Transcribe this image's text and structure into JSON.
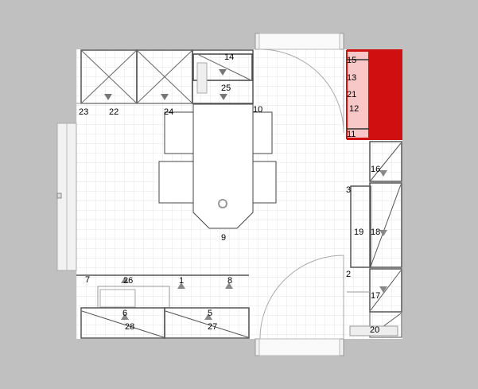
{
  "plan": {
    "highlight_color": "#d01010",
    "highlight_light": "#f8c8c8",
    "labels": {
      "l1": "1",
      "l2": "2",
      "l3": "3",
      "l5": "5",
      "l6": "6",
      "l7": "7",
      "l8": "8",
      "l9": "9",
      "l10": "10",
      "l11": "11",
      "l12": "12",
      "l13": "13",
      "l14": "14",
      "l15": "15",
      "l16": "16",
      "l17": "17",
      "l18": "18",
      "l19": "19",
      "l20": "20",
      "l21": "21",
      "l22": "22",
      "l23": "23",
      "l24": "24",
      "l25": "25",
      "l26": "26",
      "l27": "27",
      "l28": "28"
    }
  }
}
